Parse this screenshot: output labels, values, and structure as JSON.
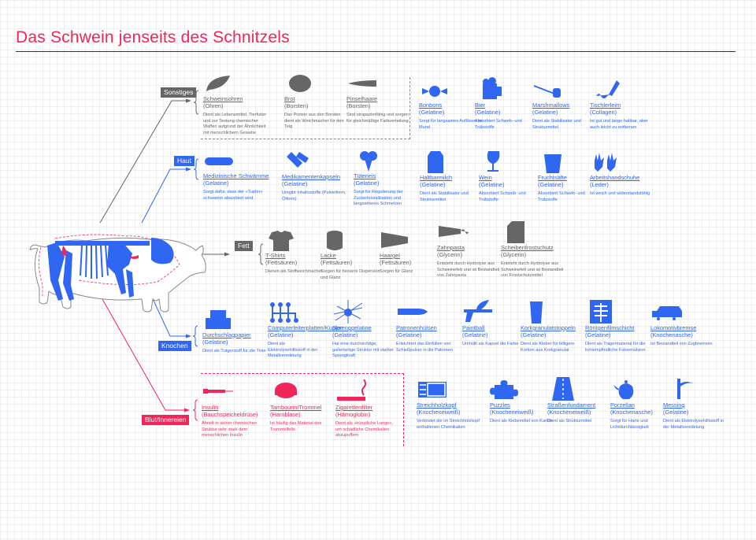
{
  "title": "Das Schwein jenseits des Schnitzels",
  "colors": {
    "grey": "#666666",
    "blue": "#2f66f2",
    "pink": "#f0265a"
  },
  "groups": [
    {
      "label": "Sonstiges",
      "tone": "grey",
      "items": [
        {
          "title": "Schweinsohren",
          "material": "(Ohren)",
          "desc": "Dient als Lebensmittel, Tierfutter und zur Testung chemischer Waffen aufgrund der Ähnlichkeit mit menschlichem Gewebe",
          "icon": "leaf-icon",
          "tone": "grey"
        },
        {
          "title": "Brot",
          "material": "(Borsten)",
          "desc": "Das Protein aus den Borsten dient als Weichmacher für den Teig",
          "icon": "bread-icon",
          "tone": "grey"
        },
        {
          "title": "Pinselhaare",
          "material": "(Borsten)",
          "desc": "Sind strapazierfähig und sorgen für gleichmäßige Farbverteilung",
          "icon": "brush-icon",
          "tone": "grey"
        },
        {
          "title": "Bonbons",
          "material": "(Gelatine)",
          "desc": "Sorgt für langsames Auflösen im Mund",
          "icon": "candy-icon",
          "tone": "blue"
        },
        {
          "title": "Bier",
          "material": "(Gelatine)",
          "desc": "Absorbiert Schweb- und Trübstoffe",
          "icon": "beer-icon",
          "tone": "blue"
        },
        {
          "title": "Marshmallows",
          "material": "(Gelatine)",
          "desc": "Dient als Stabilisator und Strukturmittel",
          "icon": "marshmallow-icon",
          "tone": "blue"
        },
        {
          "title": "Tischlerleim",
          "material": "(Collagen)",
          "desc": "Ist gut und lange haltbar, aber auch leicht zu entfernen",
          "icon": "glue-icon",
          "tone": "blue"
        }
      ]
    },
    {
      "label": "Haut",
      "tone": "blue",
      "items": [
        {
          "title": "Medizinische Schwämme",
          "material": "(Gelatine)",
          "desc": "Sorgt dafür, dass der »Tupfer« schwamm absorbiert wird",
          "icon": "sponge-icon",
          "tone": "blue"
        },
        {
          "title": "Medikamentenkapseln",
          "material": "(Gelatine)",
          "desc": "Umgibt Inhaltsstoffe (Pulverform, Ölform)",
          "icon": "capsule-icon",
          "tone": "blue"
        },
        {
          "title": "Tüteneis",
          "material": "(Gelatine)",
          "desc": "Sorgt für Regulierung der Zuckerkristallisation und langsameres Schmelzen",
          "icon": "icecream-icon",
          "tone": "blue"
        },
        {
          "title": "Haltbarmilch",
          "material": "(Gelatine)",
          "desc": "Dient als Stabilisator und Strukturmittel",
          "icon": "milk-carton-icon",
          "tone": "blue"
        },
        {
          "title": "Wein",
          "material": "(Gelatine)",
          "desc": "Absorbiert Schweb- und Trübstoffe",
          "icon": "wine-glass-icon",
          "tone": "blue"
        },
        {
          "title": "Fruchtsäfte",
          "material": "(Gelatine)",
          "desc": "Absorbiert Schweb- und Trübstoffe",
          "icon": "juice-icon",
          "tone": "blue"
        },
        {
          "title": "Arbeitshandschuhe",
          "material": "(Leder)",
          "desc": "Ist weich und widerstandsfähig",
          "icon": "gloves-icon",
          "tone": "blue"
        }
      ]
    },
    {
      "label": "Fett",
      "tone": "grey",
      "items": [
        {
          "title": "T-Shirts",
          "material": "(Fettsäuren)",
          "desc": "Dienen als Stoffweichmacher",
          "icon": "tshirt-icon",
          "tone": "grey"
        },
        {
          "title": "Lacke",
          "material": "(Fettsäuren)",
          "desc": "Sorgen für bessere Dispersion und Glanz",
          "icon": "paint-bucket-icon",
          "tone": "grey"
        },
        {
          "title": "Haargel",
          "material": "(Fettsäuren)",
          "desc": "Sorgen für Glanz",
          "icon": "tube-icon",
          "tone": "grey"
        },
        {
          "title": "Zahnpasta",
          "material": "(Glycerin)",
          "desc": "Entsteht durch Hydrolyse aus Schweinefett und ist Bestandteil von Zahnpasta",
          "icon": "toothpaste-icon",
          "tone": "grey"
        },
        {
          "title": "Scheibenfrostschutz",
          "material": "(Glycerin)",
          "desc": "Entsteht durch Hydrolyse aus Schweinefett und ist Bestandteil von Frostschutzmittel",
          "icon": "canister-icon",
          "tone": "grey"
        }
      ]
    },
    {
      "label": "Knochen",
      "tone": "blue",
      "items": [
        {
          "title": "Durchschlagpapier",
          "material": "(Gelatine)",
          "desc": "Dient als Trägerstoff für die Tinte",
          "icon": "typewriter-icon",
          "tone": "blue"
        },
        {
          "title": "Computerleiterplatten/Kupfer",
          "material": "(Gelatine)",
          "desc": "Dient als Elektrolysehilfsstoff in der Metallveredelung",
          "icon": "circuit-icon",
          "tone": "blue"
        },
        {
          "title": "Sprenggelatine",
          "material": "(Gelatine)",
          "desc": "Hat eine durchsichtige, gallertartige Struktur mit starker Sprengkraft",
          "icon": "explosion-icon",
          "tone": "blue"
        },
        {
          "title": "Patronenhülsen",
          "material": "(Gelatine)",
          "desc": "Erleichtert das Einfüllen von Schießpulver in die Patronen",
          "icon": "bullet-icon",
          "tone": "blue"
        },
        {
          "title": "Paintball",
          "material": "(Gelatine)",
          "desc": "Umhüllt als Kapsel die Farbe",
          "icon": "paintball-gun-icon",
          "tone": "blue"
        },
        {
          "title": "Korkgranulatstoppeln",
          "material": "(Gelatine)",
          "desc": "Dient als Kleber für billigere Korken aus Korkgranulat",
          "icon": "cork-icon",
          "tone": "blue"
        },
        {
          "title": "Röntgenfilmschicht",
          "material": "(Gelatine)",
          "desc": "Dient als Trägermaterial für die lichtempfindliche Fotoemulsion",
          "icon": "xray-icon",
          "tone": "blue"
        },
        {
          "title": "Lokomotivbremse",
          "material": "(Knochenasche)",
          "desc": "Ist Bestandteil von Zugbremsen",
          "icon": "locomotive-icon",
          "tone": "blue"
        }
      ]
    },
    {
      "label": "Blut/Innereien",
      "tone": "pink",
      "items": [
        {
          "title": "Insulin",
          "material": "(Bauchspeicheldrüse)",
          "desc": "Ähnelt in seiner chemischen Struktur sehr stark dem menschlichen Insulin",
          "icon": "syringe-icon",
          "tone": "pink"
        },
        {
          "title": "Tambourin/Trommel",
          "material": "(Harnblase)",
          "desc": "Ist häufig das Material des Trommelfells",
          "icon": "tambourine-icon",
          "tone": "pink"
        },
        {
          "title": "Zigarettenfilter",
          "material": "(Hämoglobin)",
          "desc": "Dient als »künstliche Lunge«, um schädliche Chemikalien abzupuffern",
          "icon": "cigarette-icon",
          "tone": "pink"
        },
        {
          "title": "Streichholzkopf",
          "material": "(Knocheneiweiß)",
          "desc": "Verbindet die im Streichholzkopf enthaltenen Chemikalien",
          "icon": "matchbox-icon",
          "tone": "blue"
        },
        {
          "title": "Puzzles",
          "material": "(Knocheneiweiß)",
          "desc": "Dient als Klebemittel von Karton",
          "icon": "puzzle-icon",
          "tone": "blue"
        },
        {
          "title": "Straßenfundament",
          "material": "(Knocheneiweiß)",
          "desc": "Dient als Strukturmittel",
          "icon": "road-icon",
          "tone": "blue"
        },
        {
          "title": "Porzellan",
          "material": "(Knochenasche)",
          "desc": "Sorgt für Härte und Lichtdurchlässigkeit",
          "icon": "teapot-icon",
          "tone": "blue"
        },
        {
          "title": "Messing",
          "material": "(Gelatine)",
          "desc": "Dient als Elektrolysehilfsstoff in der Metallveredelung",
          "icon": "faucet-icon",
          "tone": "blue"
        }
      ]
    }
  ]
}
